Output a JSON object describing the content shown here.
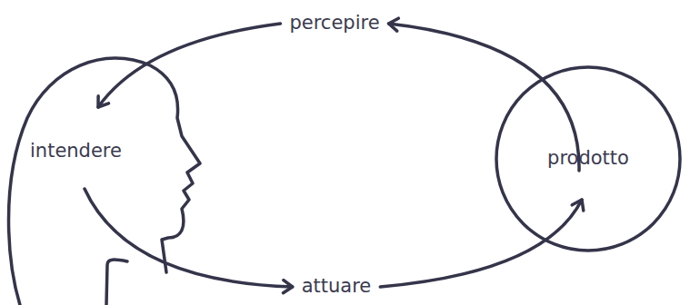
{
  "diagram": {
    "nodes": [
      {
        "text": [
          "intendere"
        ]
      },
      {
        "text": [
          "prodotto"
        ]
      }
    ],
    "edges": [
      {
        "from": 0,
        "to": 1,
        "label": "attuare",
        "arrow": "to"
      },
      {
        "from": 1,
        "to": 0,
        "label": "percepire",
        "arrow": "to"
      }
    ]
  }
}
